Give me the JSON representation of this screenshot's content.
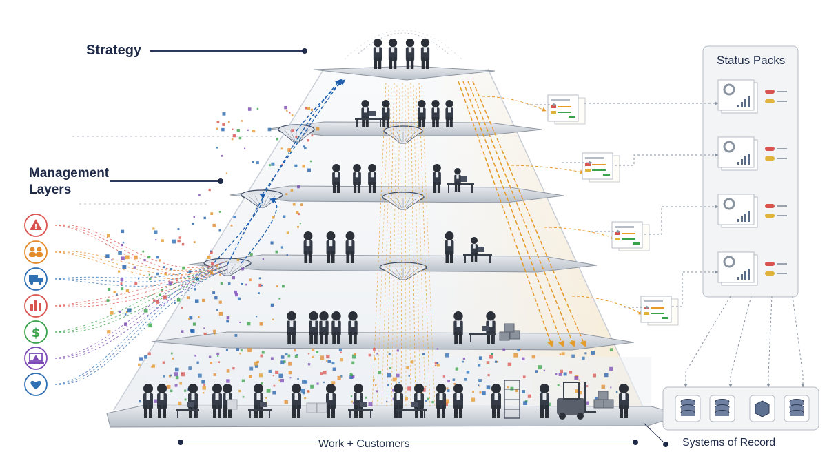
{
  "labels": {
    "strategy": "Strategy",
    "management_layers": "Management Layers",
    "work_customers": "Work + Customers",
    "status_packs": "Status Packs",
    "systems_of_record": "Systems of Record"
  },
  "colors": {
    "navy": "#1e2a48",
    "blue_flow": "#1f5fae",
    "orange_flow": "#e69a2a",
    "red_alert": "#d9534f",
    "green": "#3aa24a",
    "purple": "#7b4ab5"
  },
  "input_icons": [
    {
      "icon": "warning-icon",
      "color": "#d9534f"
    },
    {
      "icon": "people-icon",
      "color": "#e38b2c"
    },
    {
      "icon": "truck-icon",
      "color": "#2f6fb3"
    },
    {
      "icon": "bar-chart-icon",
      "color": "#d9534f"
    },
    {
      "icon": "dollar-icon",
      "color": "#3aa24a"
    },
    {
      "icon": "laptop-alert-icon",
      "color": "#7b4ab5"
    },
    {
      "icon": "heart-icon",
      "color": "#2f6fb3"
    }
  ],
  "status_pack_count": 4,
  "systems_of_record_count": 4,
  "management_layer_count": 4
}
